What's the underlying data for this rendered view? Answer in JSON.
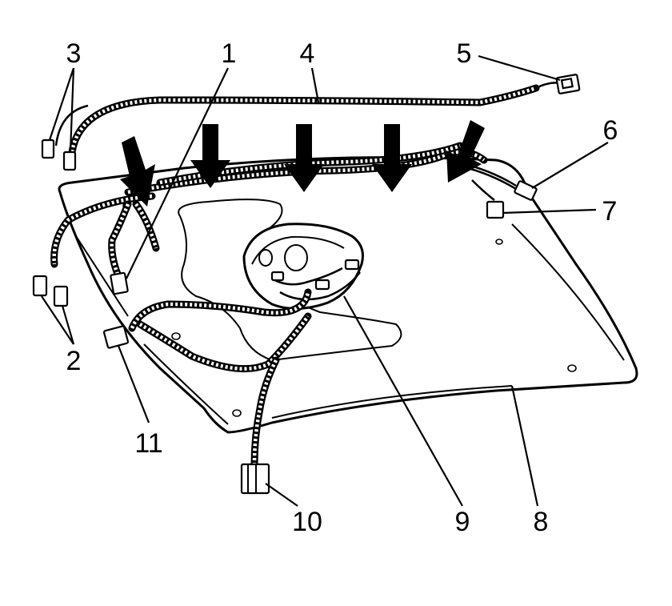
{
  "diagram": {
    "callouts": [
      {
        "id": "1",
        "label": "1"
      },
      {
        "id": "2",
        "label": "2"
      },
      {
        "id": "3",
        "label": "3"
      },
      {
        "id": "4",
        "label": "4"
      },
      {
        "id": "5",
        "label": "5"
      },
      {
        "id": "6",
        "label": "6"
      },
      {
        "id": "7",
        "label": "7"
      },
      {
        "id": "8",
        "label": "8"
      },
      {
        "id": "9",
        "label": "9"
      },
      {
        "id": "10",
        "label": "10"
      },
      {
        "id": "11",
        "label": "11"
      }
    ],
    "arrow_count": 5,
    "colors": {
      "line": "#000000",
      "background": "#ffffff"
    }
  }
}
